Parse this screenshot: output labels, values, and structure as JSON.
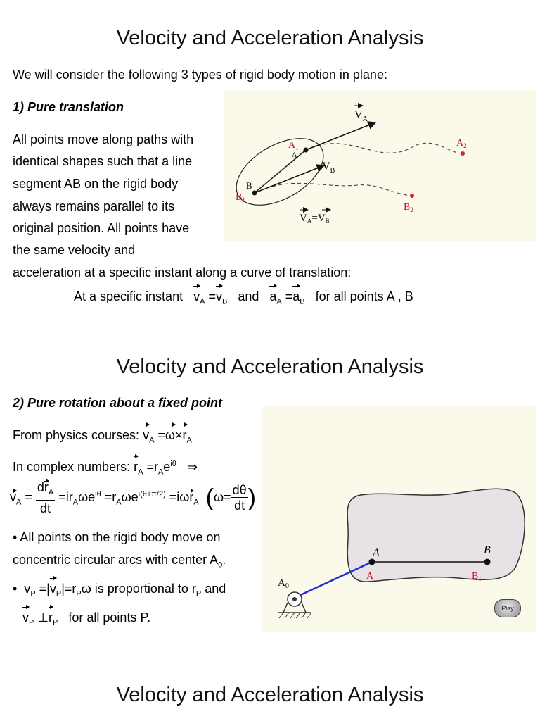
{
  "slide1": {
    "title": "Velocity and Acceleration Analysis",
    "intro": "We will consider the following 3 types of rigid body motion in plane:",
    "heading": "1) Pure translation",
    "body_lines": [
      "All points move along paths with",
      "identical shapes such that a line",
      "segment AB on the rigid body",
      "always remains parallel to its",
      "original position. All points have",
      "the same velocity and",
      "acceleration at a specific instant along a curve of translation:"
    ],
    "eq_prefix": "At a specific instant",
    "eq_and": "and",
    "eq_suffix": "for all points A , B",
    "figure": {
      "label_va": "V",
      "label_va_sub": "A",
      "label_vb": "V",
      "label_vb_sub": "B",
      "label_a1": "A",
      "label_a1_sub": "1",
      "label_a": "A",
      "label_b": "B",
      "label_b1": "B",
      "label_b1_sub": "1",
      "label_a2": "A",
      "label_a2_sub": "2",
      "label_b2": "B",
      "label_b2_sub": "2",
      "eq_left": "V",
      "eq_left_sub": "A",
      "eq_sign": "=",
      "eq_right": "V",
      "eq_right_sub": "B"
    }
  },
  "slide2": {
    "title": "Velocity and Acceleration Analysis",
    "heading": "2) Pure rotation about a fixed point",
    "physics_prefix": "From physics courses:",
    "complex_prefix": "In complex numbers:",
    "bullet1_line1": "• All points on the rigid body move on",
    "bullet1_line2": "concentric circular arcs with center A",
    "bullet1_sub": "0",
    "bullet1_end": ".",
    "bullet2_mid": "is proportional to r",
    "bullet2_and": "and",
    "bullet2_sub": "P",
    "bullet3": "for all points P.",
    "figure": {
      "label_a": "A",
      "label_b": "B",
      "label_a1": "A",
      "label_a1_sub": "1",
      "label_b1": "B",
      "label_b1_sub": "1",
      "label_a0": "A",
      "label_a0_sub": "0",
      "play_label": "Play"
    }
  },
  "slide3": {
    "title": "Velocity and Acceleration Analysis"
  },
  "colors": {
    "figure_bg": "#fbf9ea",
    "point_red": "#e02020",
    "link_blue": "#1f2fd0",
    "label_red": "#c8102e"
  }
}
